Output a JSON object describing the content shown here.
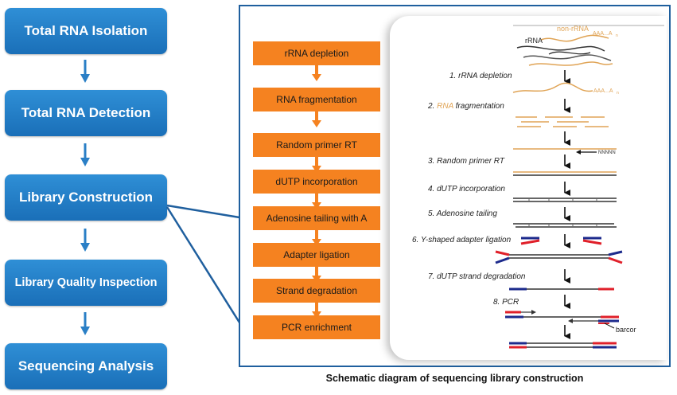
{
  "left_steps": [
    "Total RNA Isolation",
    "Total RNA Detection",
    "Library Construction",
    "Library Quality Inspection",
    "Sequencing Analysis"
  ],
  "workflow_steps": [
    "rRNA depletion",
    "RNA fragmentation",
    "Random primer RT",
    "dUTP incorporation",
    "Adenosine tailing with A",
    "Adapter ligation",
    "Strand degradation",
    "PCR enrichment"
  ],
  "schematic": {
    "legend_non_rrna": "non-rRNA",
    "legend_rrna": "rRNA",
    "polya_label": "AAA...A",
    "polya_sub": "n",
    "step1": "1. rRNA depletion",
    "step2_num": "2. ",
    "step2_rna": "RNA",
    "step2_rest": " fragmentation",
    "step3": "3. Random primer RT",
    "primer_label": "NNNNN",
    "step4": "4. dUTP incorporation",
    "step5": "5. Adenosine tailing",
    "step6": "6. Y-shaped adapter ligation",
    "step7": "7. dUTP strand degradation",
    "step8": "8. PCR",
    "barcode_label": "barcor"
  },
  "caption": "Schematic diagram of sequencing library construction",
  "colors": {
    "blue_box": "#1a6fb8",
    "orange_box": "#f58220",
    "frame": "#1f5f9e",
    "rna": "#e0a456",
    "adapter_red": "#e0202a",
    "adapter_blue": "#1c2a8c"
  }
}
